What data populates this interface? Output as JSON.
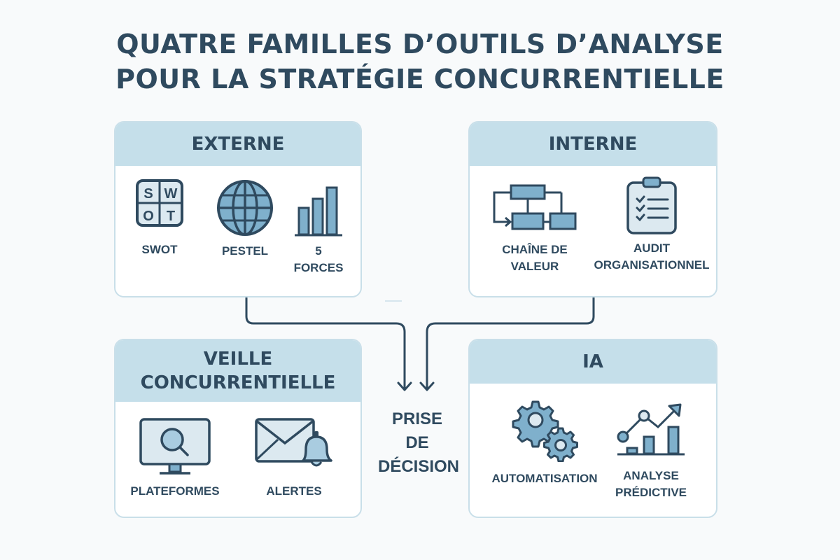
{
  "title": {
    "line1": "QUATRE FAMILLES D’OUTILS D’ANALYSE",
    "line2": "POUR LA STRATÉGIE CONCURRENTIELLE"
  },
  "colors": {
    "text": "#2f4a5f",
    "header_band": "#c5dfea",
    "card_border": "#c9dfe9",
    "icon_fill": "#7fb0cc",
    "icon_light": "#dce9f0",
    "background": "#f8fafb"
  },
  "cards": {
    "externe": {
      "title": "EXTERNE",
      "tools": [
        {
          "icon": "swot-grid-icon",
          "label": "SWOT",
          "grid": [
            "S",
            "W",
            "O",
            "T"
          ]
        },
        {
          "icon": "globe-icon",
          "label": "PESTEL"
        },
        {
          "icon": "bar-chart-icon",
          "label_line1": "5",
          "label_line2": "FORCES"
        }
      ]
    },
    "interne": {
      "title": "INTERNE",
      "tools": [
        {
          "icon": "flowchart-icon",
          "label_line1": "CHAÎNE DE",
          "label_line2": "VALEUR"
        },
        {
          "icon": "clipboard-checklist-icon",
          "label_line1": "AUDIT",
          "label_line2": "ORGANISATIONNEL"
        }
      ]
    },
    "veille": {
      "title_line1": "VEILLE",
      "title_line2": "CONCURRENTIELLE",
      "tools": [
        {
          "icon": "monitor-search-icon",
          "label": "PLATEFORMES"
        },
        {
          "icon": "envelope-bell-icon",
          "label": "ALERTES"
        }
      ]
    },
    "ia": {
      "title": "IA",
      "tools": [
        {
          "icon": "gears-icon",
          "label": "AUTOMATISATION"
        },
        {
          "icon": "trend-chart-icon",
          "label_line1": "ANALYSE",
          "label_line2": "PRÉDICTIVE"
        }
      ]
    }
  },
  "center": {
    "line1": "PRISE",
    "line2": "DE",
    "line3": "DÉCISION"
  }
}
